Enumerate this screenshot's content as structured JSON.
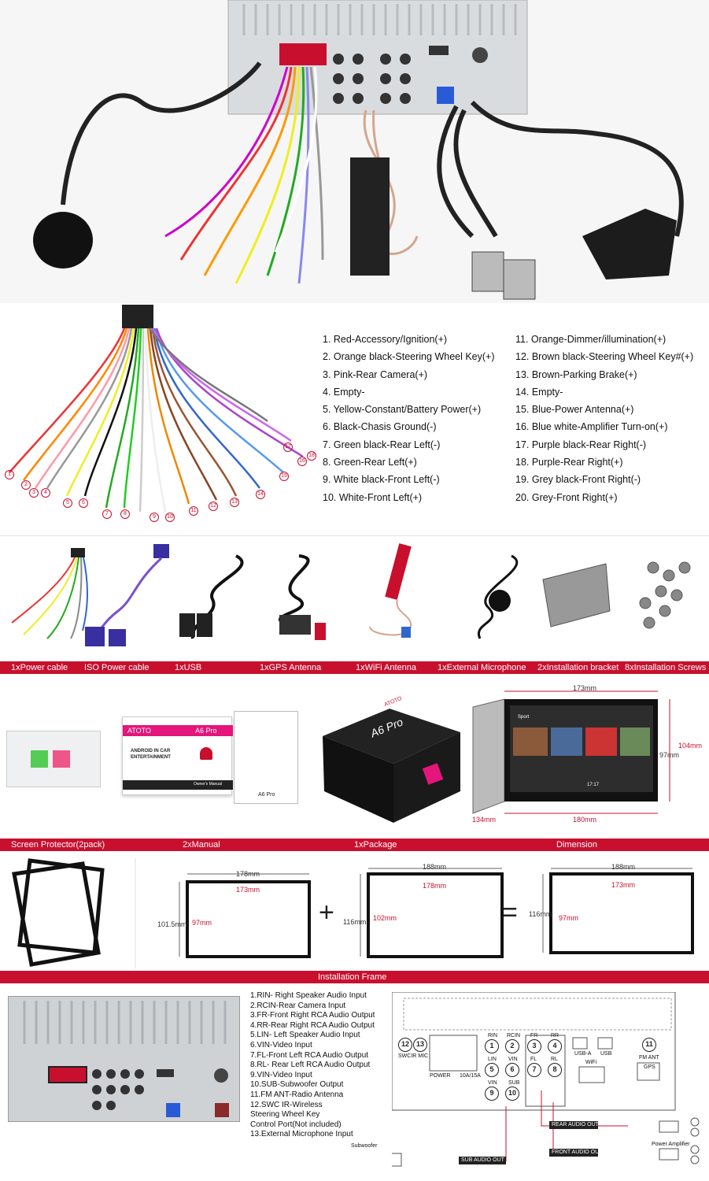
{
  "wiring_list": {
    "left": [
      "1. Red-Accessory/Ignition(+)",
      "2. Orange black-Steering Wheel Key(+)",
      "3. Pink-Rear Camera(+)",
      "4. Empty-",
      "5. Yellow-Constant/Battery Power(+)",
      "6. Black-Chasis Ground(-)",
      "7. Green black-Rear Left(-)",
      "8. Green-Rear Left(+)",
      "9. White black-Front Left(-)",
      "10. White-Front Left(+)"
    ],
    "right": [
      "11.  Orange-Dimmer/illumination(+)",
      "12. Brown black-Steering Wheel Key#(+)",
      "13. Brown-Parking Brake(+)",
      "14.  Empty-",
      "15. Blue-Power Antenna(+)",
      "16. Blue white-Amplifier Turn-on(+)",
      "17. Purple black-Rear Right(-)",
      "18. Purple-Rear Right(+)",
      "19. Grey black-Front Right(-)",
      "20. Grey-Front Right(+)"
    ]
  },
  "harness_numbers": [
    "1",
    "2",
    "3",
    "4",
    "5",
    "6",
    "7",
    "8",
    "9",
    "10",
    "11",
    "12",
    "13",
    "14",
    "15",
    "16",
    "17",
    "18"
  ],
  "accessories_bar": [
    "1xPower cable",
    "ISO Power cable",
    "1xUSB",
    "1xGPS Antenna",
    "1xWiFi  Antenna",
    "1xExternal Microphone",
    "2xInstallation bracket",
    "8xInstallation Screws"
  ],
  "package_bar": [
    "Screen Protector(2pack)",
    "2xManual",
    "1xPackage",
    "Dimension"
  ],
  "manual_card": {
    "brand": "ATOTO",
    "model": "A6 Pro",
    "line1": "ANDROID IN CAR",
    "line2": "ENTERTAINMENT",
    "owners": "Owner's Manual",
    "model2": "A6 Pro"
  },
  "box": {
    "brand": "ATOTO",
    "model": "A6 Pro"
  },
  "device_dims": {
    "top": "173mm",
    "right_outer": "104mm",
    "right_inner": "97mm",
    "bottom": "180mm",
    "depth": "134mm"
  },
  "screen_ui": {
    "tab": "Sport",
    "clock": "17:17"
  },
  "frames": {
    "a": {
      "outer_w": "178mm",
      "inner_w": "173mm",
      "outer_h": "101.5mm",
      "inner_h": "97mm"
    },
    "b": {
      "outer_w": "188mm",
      "inner_w": "178mm",
      "outer_h": "116mm",
      "inner_h": "102mm"
    },
    "c": {
      "outer_w": "188mm",
      "inner_w": "173mm",
      "outer_h": "116mm",
      "inner_h": "97mm"
    },
    "plus": "+",
    "equals": "="
  },
  "install_bar": "Installation Frame",
  "ports_list": [
    "1.RIN- Right Speaker Audio Input",
    "2.RCIN-Rear Camera Input",
    "3.FR-Front Right RCA Audio Output",
    "4.RR-Rear Right RCA  Audio Output",
    "5.LIN- Left Speaker Audio Input",
    "6.VIN-Video Input",
    "7.FL-Front Left RCA Audio Output",
    "8.RL- Rear Left RCA Audio Output",
    "9.VIN-Video Input",
    "10.SUB-Subwoofer Output",
    "11.FM ANT-Radio Antenna",
    "12.SWC IR-Wireless",
    "   Steering Wheel Key",
    "   Control Port(Not included)",
    "13.External Microphone Input"
  ],
  "diagram": {
    "power": "POWER",
    "fuse": "10A/15A",
    "swcir": "SWCIR MIC",
    "usba": "USB-A",
    "usb": "USB",
    "wifi": "WiFi",
    "gps": "GPS",
    "fmant": "FM ANT",
    "rin": "RIN",
    "rcin": "RCIN",
    "fr": "FR",
    "rr": "RR",
    "lin": "LIN",
    "vin": "VIN",
    "fl": "FL",
    "rl": "RL",
    "vin2": "VIN",
    "sub": "SUB",
    "rear_out": "REAR AUDIO OUT",
    "front_out": "FRONT AUDIO OUT",
    "sub_out": "SUB AUDIO OUT",
    "subwoofer": "Subwoofer",
    "amp": "Power Amplifier",
    "nums": [
      "1",
      "2",
      "3",
      "4",
      "5",
      "6",
      "7",
      "8",
      "9",
      "10",
      "11",
      "12",
      "13"
    ]
  },
  "colors": {
    "brand_red": "#c8102e"
  }
}
